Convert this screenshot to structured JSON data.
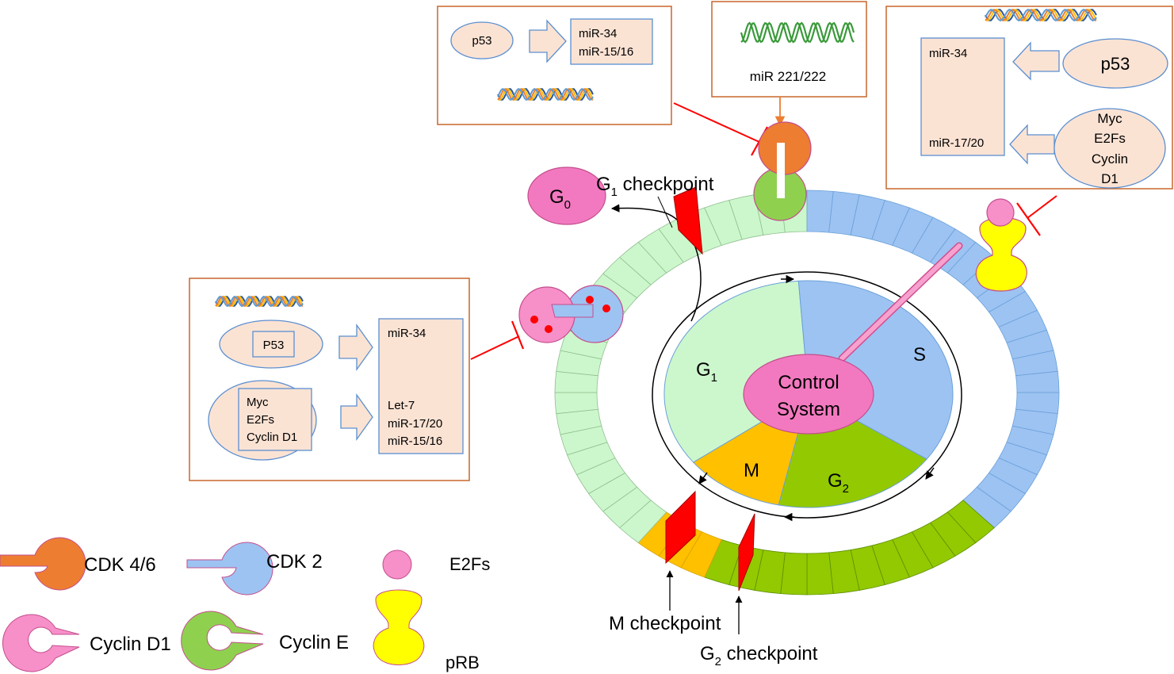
{
  "colors": {
    "orange_box": "#c8672a",
    "peach": "#fbe3d4",
    "blue_border": "#5b8fd0",
    "g1_fill": "#ccf7cc",
    "s_fill": "#9dc3f2",
    "g2_fill": "#92c900",
    "m_fill": "#ffc000",
    "control": "#f279c0",
    "inhibit": "#ff0000",
    "cdk46": "#ed7d31",
    "cdk2": "#9dc3f2",
    "cyclinD1": "#f78fc9",
    "cyclinE": "#8fd14f",
    "e2f": "#f78fc9",
    "prb": "#ffff00"
  },
  "box_top_left": {
    "p53": "p53",
    "mir34": "miR-34",
    "mir1516": "miR-15/16"
  },
  "box_top_mid": {
    "label": "miR 221/222"
  },
  "box_top_right": {
    "mir34": "miR-34",
    "mir1720": "miR-17/20",
    "p53": "p53",
    "myc": "Myc",
    "e2fs": "E2Fs",
    "cyclin": "Cyclin",
    "d1": "D1"
  },
  "box_left": {
    "p53": "P53",
    "myc": "Myc",
    "e2fs": "E2Fs",
    "cyclind1": "Cyclin D1",
    "mir34": "miR-34",
    "let7": "Let-7",
    "mir1720": "miR-17/20",
    "mir1516": "miR-15/16"
  },
  "cycle": {
    "g0_main": "G",
    "g0_sub": "0",
    "g1_main": "G",
    "g1_sub": "1",
    "s": "S",
    "g2_main": "G",
    "g2_sub": "2",
    "m": "M",
    "control_line1": "Control",
    "control_line2": "System"
  },
  "checkpoints": {
    "g1_pre": "G",
    "g1_sub": "1",
    "g1_post": " checkpoint",
    "m": "M checkpoint",
    "g2_pre": "G",
    "g2_sub": "2",
    "g2_post": " checkpoint"
  },
  "legend": {
    "cdk46": "CDK 4/6",
    "cdk2": "CDK 2",
    "e2fs": "E2Fs",
    "cyclind1": "Cyclin D1",
    "cycline": "Cyclin E",
    "prb": "pRB"
  }
}
